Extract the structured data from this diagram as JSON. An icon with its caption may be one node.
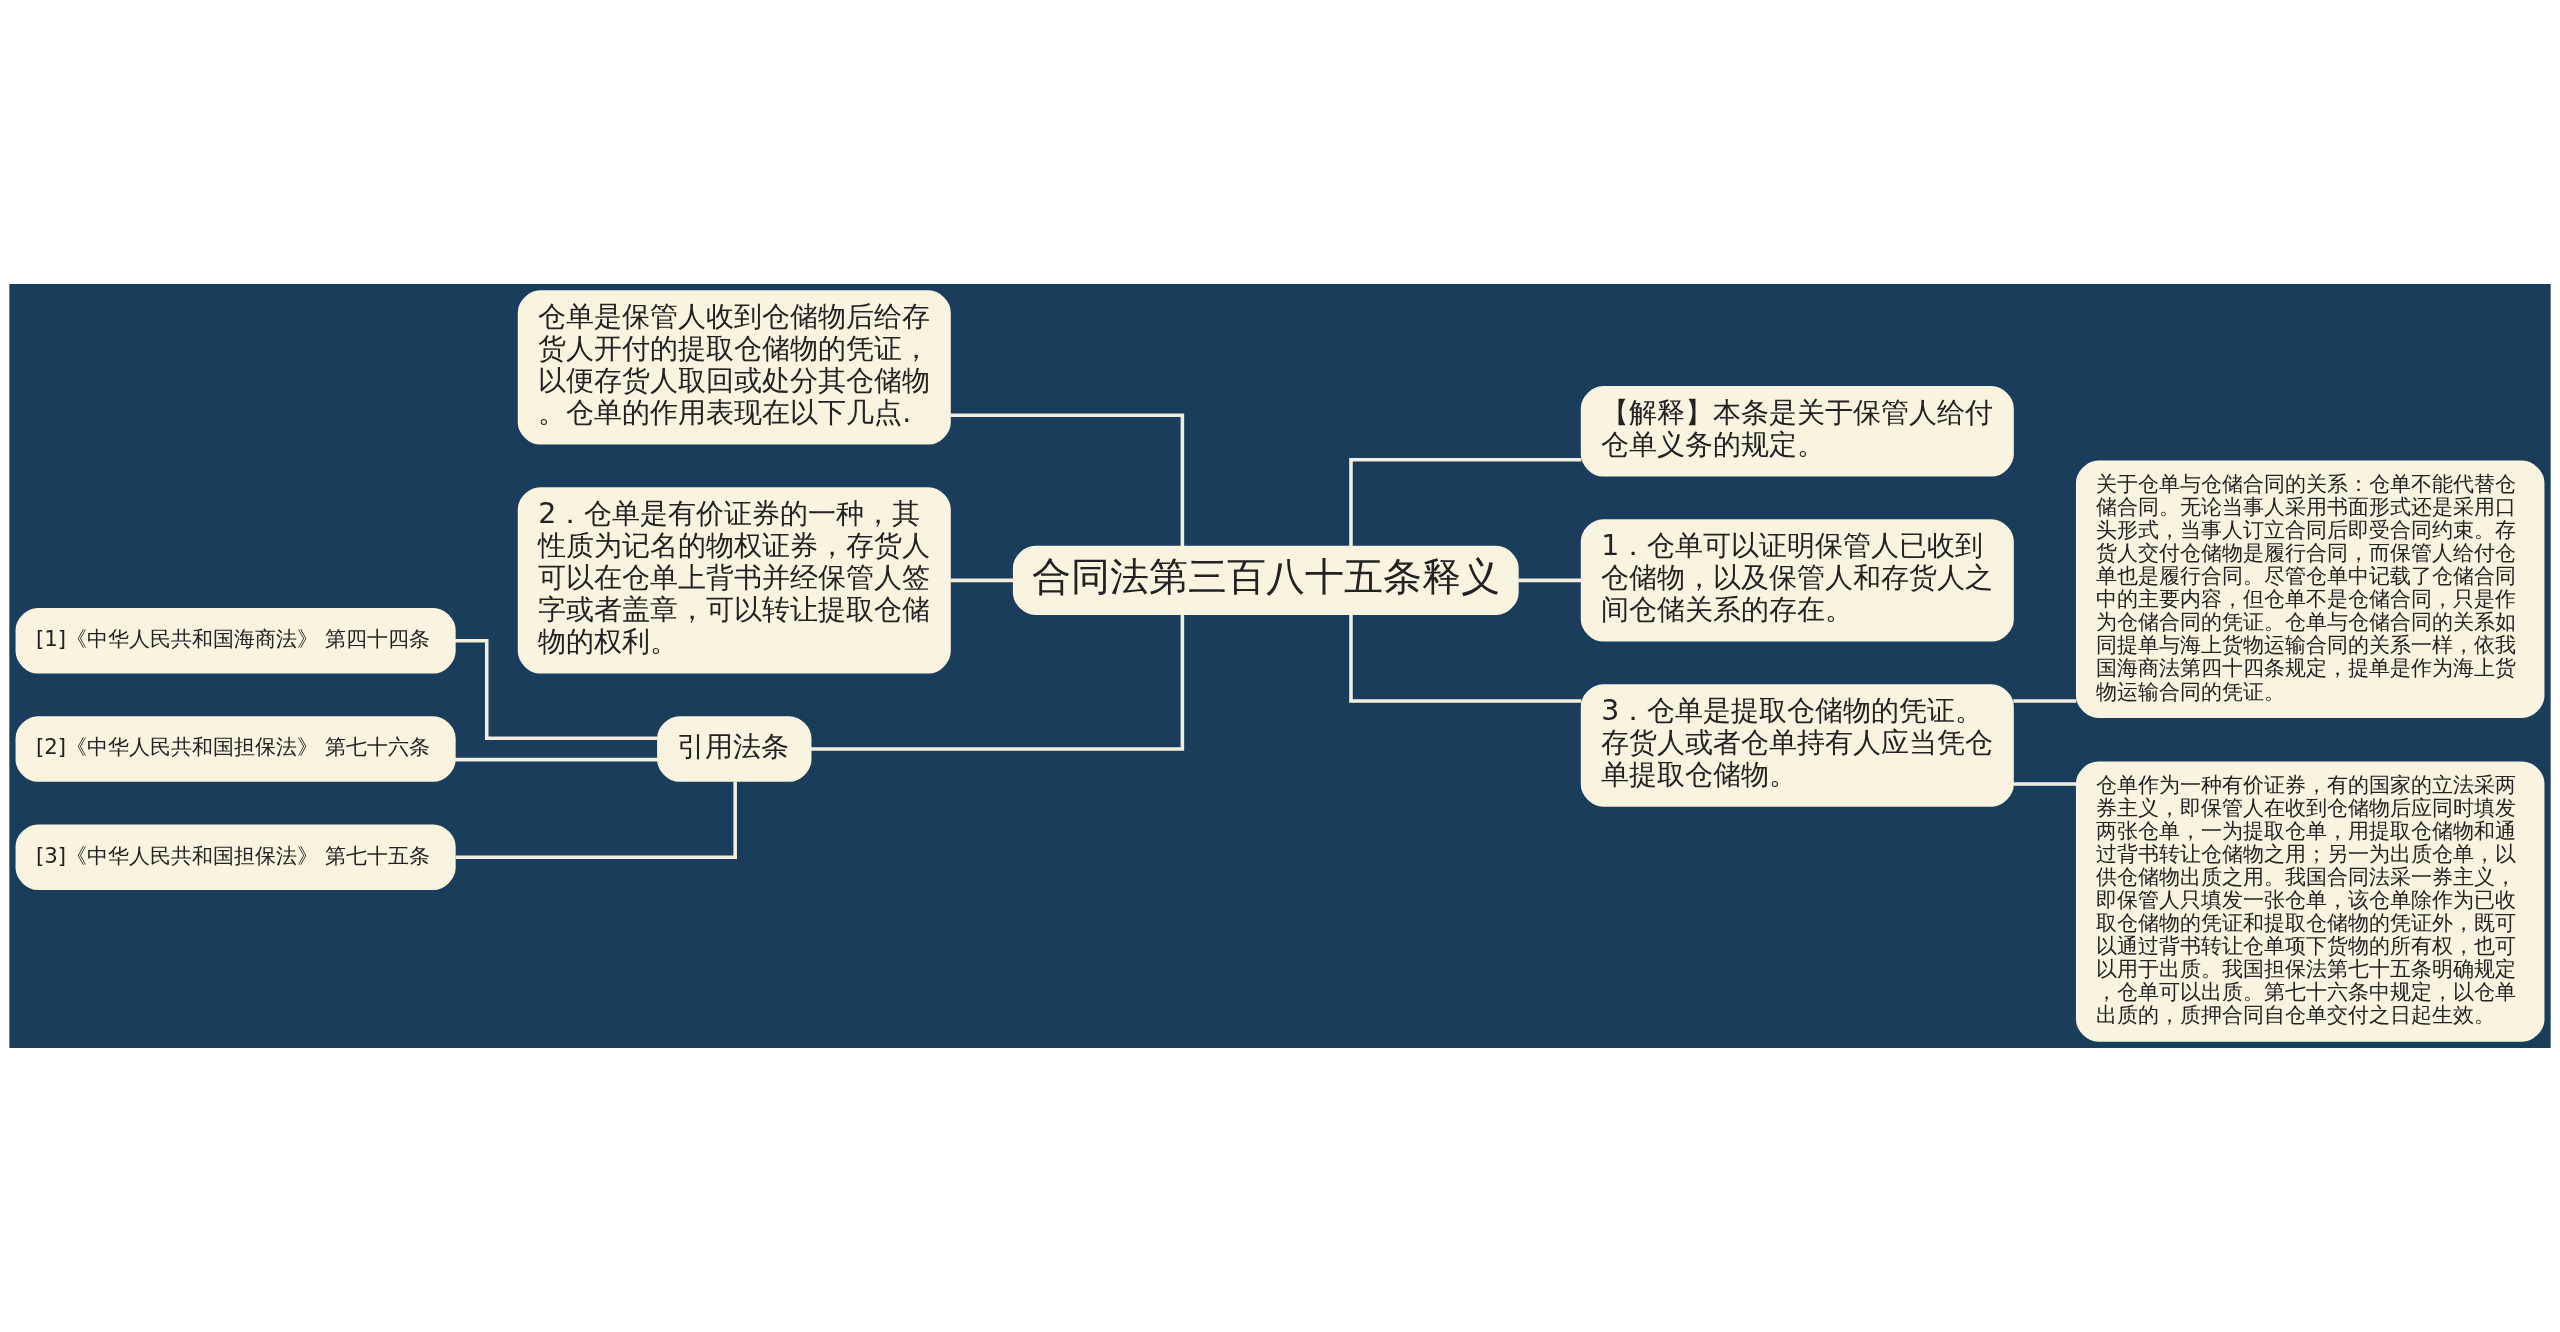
{
  "diagram": {
    "nodes": [
      {
        "text": [
          "合同法第三百八十五条释义"
        ]
      },
      {
        "text": [
          "仓单是保管人收到仓储物后给存货人开付的提取仓储物的凭证，以便存货人取回或处分其仓储物。仓单的作用表现在以下几点."
        ]
      },
      {
        "text": [
          "2．仓单是有价证券的一种，其性质为记名的物权证券，存货人可以在仓单上背书并经保管人签字或者盖章，可以转让提取仓储物的权利。"
        ]
      },
      {
        "text": [
          "引用法条"
        ]
      },
      {
        "text": [
          "[1]《中华人民共和国海商法》 第四十四条"
        ]
      },
      {
        "text": [
          "[2]《中华人民共和国担保法》 第七十六条"
        ]
      },
      {
        "text": [
          "[3]《中华人民共和国担保法》 第七十五条"
        ]
      },
      {
        "text": [
          "【解释】本条是关于保管人给付仓单义务的规定。"
        ]
      },
      {
        "text": [
          "1．仓单可以证明保管人已收到仓储物，以及保管人和存货人之间仓储关系的存在。"
        ]
      },
      {
        "text": [
          "3．仓单是提取仓储物的凭证。存货人或者仓单持有人应当凭仓单提取仓储物。"
        ]
      },
      {
        "text": [
          "关于仓单与仓储合同的关系：仓单不能代替仓储合同。无论当事人采用书面形式还是采用口头形式，当事人订立合同后即受合同约束。存货人交付仓储物是履行合同，而保管人给付仓单也是履行合同。尽管仓单中记载了仓储合同中的主要内容，但仓单不是仓储合同，只是作为仓储合同的凭证。仓单与仓储合同的关系如同提单与海上货物运输合同的关系一样，依我国海商法第四十四条规定，提单是作为海上货物运输合同的凭证。"
        ]
      },
      {
        "text": [
          "仓单作为一种有价证券，有的国家的立法采两券主义，即保管人在收到仓储物后应同时填发两张仓单，一为提取仓单，用提取仓储物和通过背书转让仓储物之用；另一为出质仓单，以供仓储物出质之用。我国合同法采一券主义，即保管人只填发一张仓单，该仓单除作为已收取仓储物的凭证和提取仓储物的凭证外，既可以通过背书转让仓单项下货物的所有权，也可以用于出质。我国担保法第七十五条明确规定，仓单可以出质。第七十六条中规定，以仓单出质的，质押合同自仓单交付之日起生效。"
        ]
      }
    ],
    "edges": [
      {
        "from": 0,
        "to": 1,
        "arrow": "none"
      },
      {
        "from": 0,
        "to": 2,
        "arrow": "none"
      },
      {
        "from": 0,
        "to": 3,
        "arrow": "none"
      },
      {
        "from": 3,
        "to": 4,
        "arrow": "none"
      },
      {
        "from": 3,
        "to": 5,
        "arrow": "none"
      },
      {
        "from": 3,
        "to": 6,
        "arrow": "none"
      },
      {
        "from": 0,
        "to": 7,
        "arrow": "none"
      },
      {
        "from": 0,
        "to": 8,
        "arrow": "none"
      },
      {
        "from": 0,
        "to": 9,
        "arrow": "none"
      },
      {
        "from": 9,
        "to": 10,
        "arrow": "none"
      },
      {
        "from": 9,
        "to": 11,
        "arrow": "none"
      }
    ]
  }
}
